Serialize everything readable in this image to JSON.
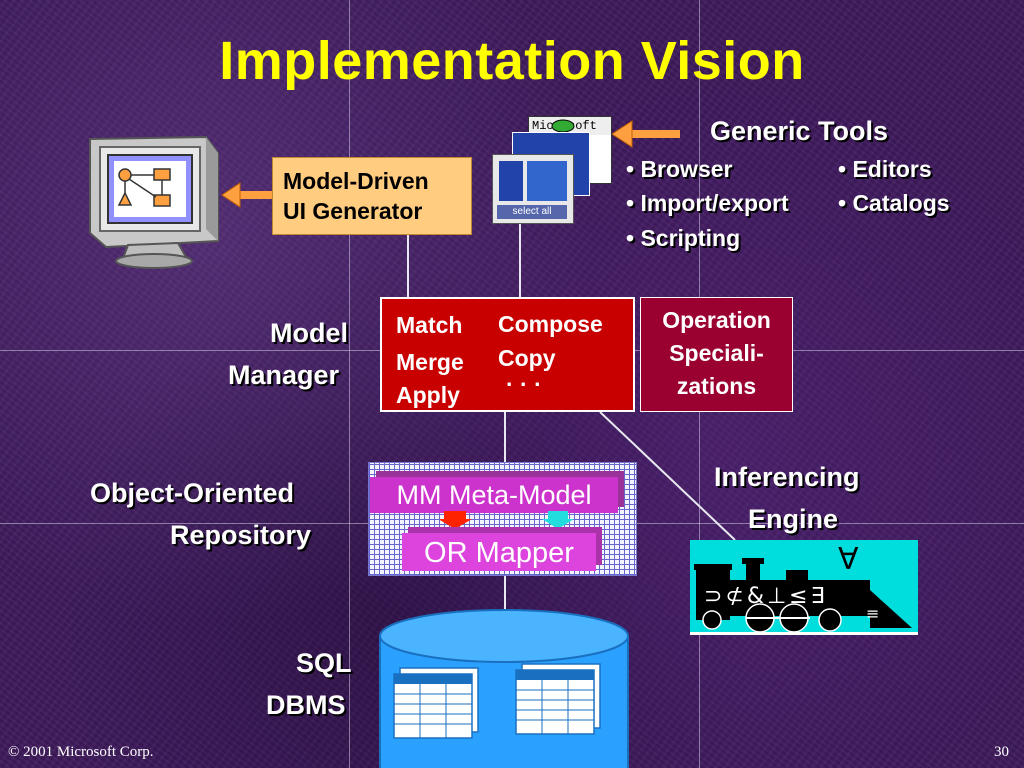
{
  "title": "Implementation Vision",
  "generic_tools": {
    "heading": "Generic Tools",
    "left_items": [
      "• Browser",
      "• Import/export",
      "• Scripting"
    ],
    "right_items": [
      "• Editors",
      "• Catalogs"
    ],
    "thumbnail_logo": "Microsoft",
    "thumbnail_button": "select all"
  },
  "ui_generator": {
    "line1": "Model-Driven",
    "line2": "UI Generator"
  },
  "model_manager": {
    "label_line1": "Model",
    "label_line2": "Manager",
    "ops": {
      "match": "Match",
      "merge": "Merge",
      "apply": "Apply",
      "compose": "Compose",
      "copy": "Copy",
      "ellipsis": "· · ·"
    }
  },
  "operation_specializations": {
    "line1": "Operation",
    "line2": "Speciali-",
    "line3": "zations"
  },
  "repository": {
    "label_line1": "Object-Oriented",
    "label_line2": "Repository",
    "meta_model": "MM Meta-Model",
    "or_mapper": "OR Mapper"
  },
  "inferencing_engine": {
    "label_line1": "Inferencing",
    "label_line2": "Engine",
    "symbols": "⊃⊄&⊥≤∃",
    "forall": "∀",
    "equiv": "≡"
  },
  "sql": {
    "label_line1": "SQL",
    "label_line2": "DBMS"
  },
  "footer": {
    "copyright": "© 2001  Microsoft Corp.",
    "page_number": "30"
  },
  "colors": {
    "title": "#ffff00",
    "manager_box": "#c80000",
    "specializations_box": "#9a0030",
    "ui_generator_box": "#ffcc80",
    "meta_model": "#cc33cc",
    "engine_bg": "#00dddd",
    "dbms": "#2aa0ff"
  }
}
